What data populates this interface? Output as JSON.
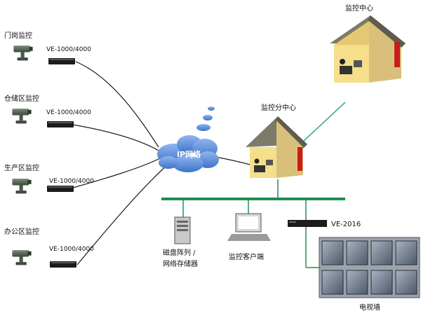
{
  "sites": [
    {
      "label": "门岗监控",
      "encoder": "VE-1000/4000"
    },
    {
      "label": "仓储区监控",
      "encoder": "VE-1000/4000"
    },
    {
      "label": "生产区监控",
      "encoder": "VE-1000/4000"
    },
    {
      "label": "办公区监控",
      "encoder": "VE-1000/4000"
    }
  ],
  "network": {
    "cloud_label": "IP网络"
  },
  "centers": {
    "main": "监控中心",
    "branch": "监控分中心"
  },
  "lan_devices": {
    "storage_line1": "磁盘阵列 /",
    "storage_line2": "网络存储器",
    "client": "监控客户端",
    "decoder": "VE-2016",
    "video_wall": "电视墙"
  },
  "colors": {
    "cable": "#1a1a1a",
    "lan_bus": "#1f8f4e",
    "green_link": "#2aa36a",
    "cloud": "#4a7fd0",
    "house_wall": "#f5df8a",
    "roof": "#7d7a6a",
    "red_accent": "#c91c1c"
  }
}
